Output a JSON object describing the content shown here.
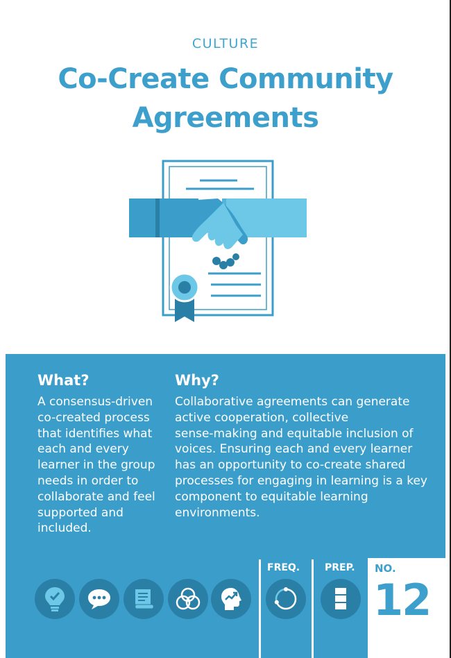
{
  "card": {
    "category": "CULTURE",
    "title_line1": "Co-Create Community",
    "title_line2": "Agreements"
  },
  "what": {
    "heading": "What?",
    "lines": [
      "A consensus-driven",
      "co-created process",
      "that identifies what",
      "each and every",
      "learner in the group",
      "needs in order to",
      "collaborate and feel",
      "supported and",
      "included."
    ]
  },
  "why": {
    "heading": "Why?",
    "lines": [
      "Collaborative agreements can generate",
      "active cooperation, collective",
      "sense-making and equitable inclusion of",
      "voices. Ensuring each and every learner",
      "has an opportunity to co-create shared",
      "processes for engaging in learning is a key",
      "component to equitable learning",
      "environments."
    ]
  },
  "icons": [
    "lightbulb-check-icon",
    "speech-bubble-icon",
    "scroll-icon",
    "overlapping-circles-icon",
    "head-growth-icon"
  ],
  "freq": {
    "label": "FREQ.",
    "icon": "cycle-icon"
  },
  "prep": {
    "label": "PREP.",
    "icon": "prep-bar-icon"
  },
  "number": {
    "label": "NO.",
    "value": "12"
  },
  "colors": {
    "accent": "#3d9fcc",
    "panel": "#3b9dc9",
    "icon_bg": "#2a7fa6",
    "hand_dark": "#3b9dc9",
    "hand_light": "#6cc8e6"
  }
}
